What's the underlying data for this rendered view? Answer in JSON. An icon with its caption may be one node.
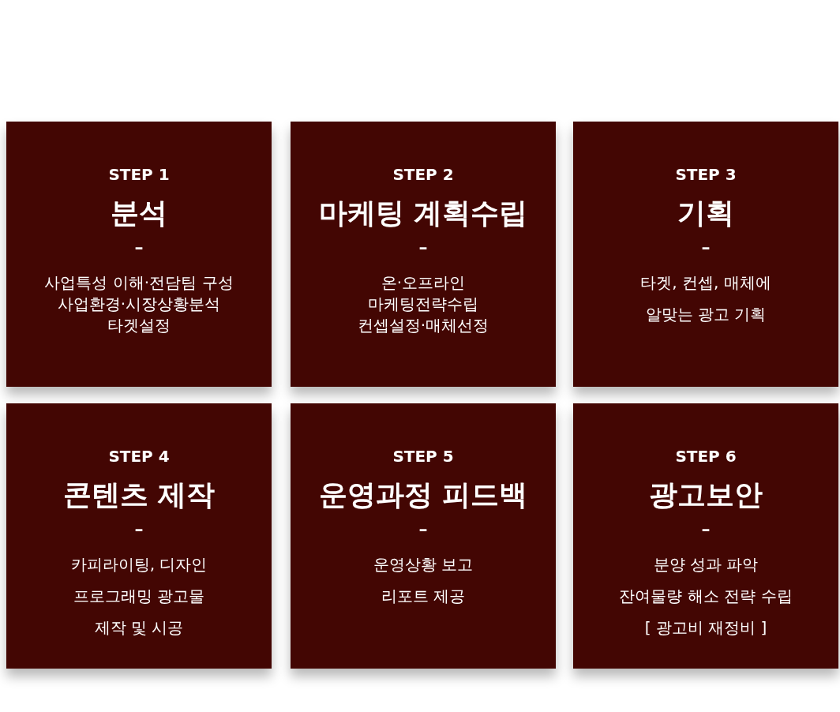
{
  "diagram": {
    "nodes": [
      {
        "text": [
          "STEP 1",
          "분석",
          "–",
          "사업특성 이해·전담팀 구성",
          "사업환경·시장상황분석",
          "타겟설정"
        ]
      },
      {
        "text": [
          "STEP 2",
          "마케팅 계획수립",
          "–",
          "온·오프라인",
          "마케팅전략수립",
          "컨셉설정·매체선정"
        ]
      },
      {
        "text": [
          "STEP 3",
          "기획",
          "–",
          "타겟, 컨셉, 매체에",
          "알맞는 광고 기획"
        ]
      },
      {
        "text": [
          "STEP 4",
          "콘텐츠 제작",
          "–",
          "카피라이팅, 디자인",
          "프로그래밍 광고물",
          "제작 및 시공"
        ]
      },
      {
        "text": [
          "STEP 5",
          "운영과정 피드백",
          "–",
          "운영상황 보고",
          "리포트 제공"
        ]
      },
      {
        "text": [
          "STEP 6",
          "광고보안",
          "–",
          "분양 성과 파악",
          "잔여물량 해소 전략 수립",
          "[ 광고비 재정비 ]"
        ]
      }
    ]
  }
}
